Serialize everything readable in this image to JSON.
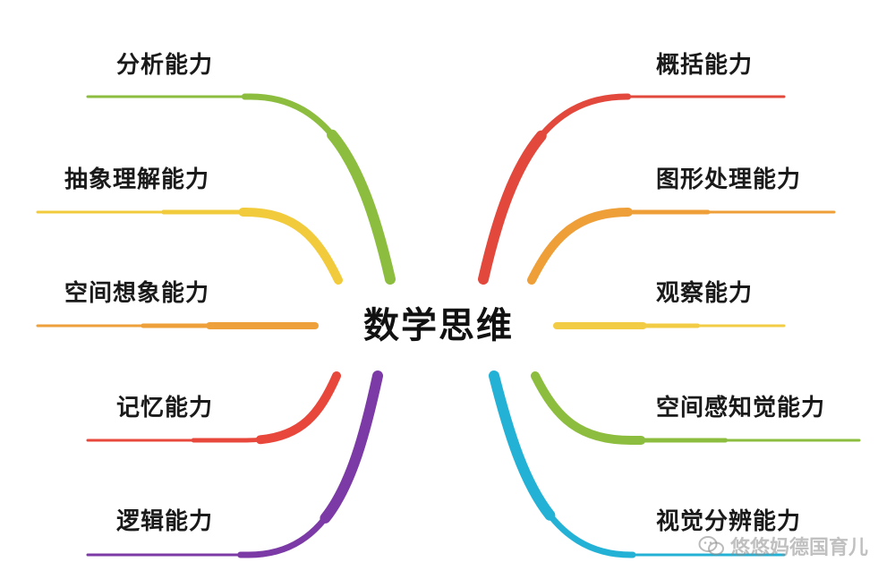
{
  "center": {
    "title": "数学思维"
  },
  "branches": [
    {
      "id": "analysis",
      "label": "分析能力",
      "color": "#8cbd3f"
    },
    {
      "id": "abstract",
      "label": "抽象理解能力",
      "color": "#f2cb3c"
    },
    {
      "id": "spatial-imagine",
      "label": "空间想象能力",
      "color": "#eea03a"
    },
    {
      "id": "memory",
      "label": "记忆能力",
      "color": "#e8473b"
    },
    {
      "id": "logic",
      "label": "逻辑能力",
      "color": "#7b3aa6"
    },
    {
      "id": "summarize",
      "label": "概括能力",
      "color": "#e2483c"
    },
    {
      "id": "graphics",
      "label": "图形处理能力",
      "color": "#ee9f38"
    },
    {
      "id": "observe",
      "label": "观察能力",
      "color": "#f3cc45"
    },
    {
      "id": "spatial-percept",
      "label": "空间感知觉能力",
      "color": "#8dbd3e"
    },
    {
      "id": "visual",
      "label": "视觉分辨能力",
      "color": "#23b2d6"
    }
  ],
  "watermark": {
    "text": "悠悠妈德国育儿",
    "icon": "wechat-icon"
  }
}
